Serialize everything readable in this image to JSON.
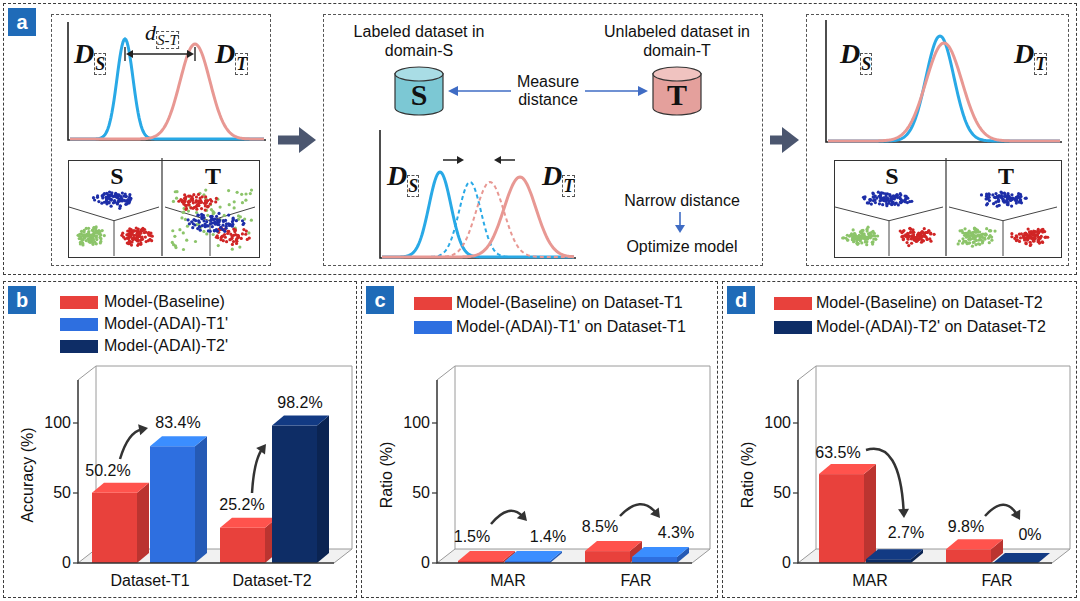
{
  "diagram": {
    "nodes": [
      {
        "text": [
          "a"
        ]
      },
      {
        "text": [
          "DS",
          "dS-T",
          "DT"
        ],
        "in": 0
      },
      {
        "text": [
          "S",
          "T"
        ],
        "in": 1
      },
      {
        "text": [
          "DS",
          "DT",
          "Narrow distance",
          "Optimize model"
        ],
        "in": 0
      },
      {
        "text": [
          "Labeled dataset in domain-S",
          "S"
        ],
        "in": 3
      },
      {
        "text": [
          "Unlabeled dataset in domain-T",
          "T"
        ],
        "in": 3
      },
      {
        "text": [
          "DS",
          "DT"
        ],
        "in": 0
      },
      {
        "text": [
          "S",
          "T"
        ],
        "in": 6
      },
      {
        "text": [
          "b"
        ]
      },
      {
        "text": [
          "c"
        ]
      },
      {
        "text": [
          "d"
        ]
      }
    ],
    "edges": [
      {
        "from": 1,
        "to": 3,
        "arrow": "to"
      },
      {
        "from": 3,
        "to": 6,
        "arrow": "to"
      },
      {
        "from": 4,
        "to": 5,
        "arrow": "both",
        "label": "Measure distance"
      }
    ],
    "labels": [
      "Accuracy (%)",
      "100",
      "50",
      "0",
      "50.2%",
      "83.4%",
      "25.2%",
      "98.2%",
      "Dataset-T1",
      "Dataset-T2",
      "Ratio (%)",
      "100",
      "50",
      "0",
      "1.5%",
      "1.4%",
      "8.5%",
      "4.3%",
      "MAR",
      "FAR",
      "Ratio (%)",
      "100",
      "50",
      "0",
      "63.5%",
      "2.7%",
      "9.8%",
      "0%",
      "MAR",
      "FAR"
    ],
    "legend": [
      {
        "text": "Model-(Baseline)",
        "color": "#e8413c"
      },
      {
        "text": "Model-(ADAI)-T1'",
        "color": "#2e6fe0"
      },
      {
        "text": "Model-(ADAI)-T2'",
        "color": "#0e2d66"
      },
      {
        "text": "Model-(Baseline) on Dataset-T1",
        "color": "#e8413c"
      },
      {
        "text": "Model-(ADAI)-T1' on Dataset-T1",
        "color": "#2e6fe0"
      },
      {
        "text": "Model-(Baseline) on Dataset-T2",
        "color": "#e8413c"
      },
      {
        "text": "Model-(ADAI)-T2' on Dataset-T2",
        "color": "#0e2d66"
      }
    ]
  }
}
